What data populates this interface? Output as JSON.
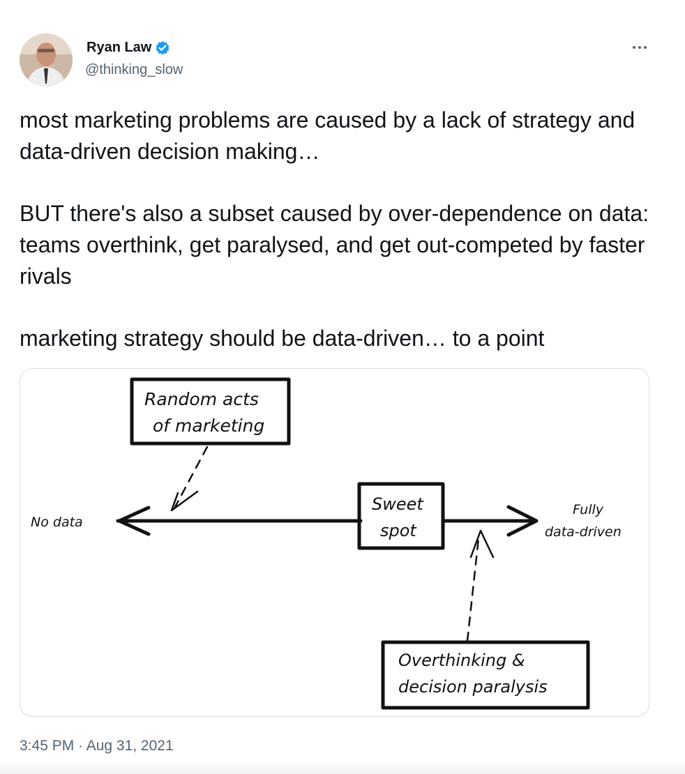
{
  "author": {
    "display_name": "Ryan Law",
    "handle": "@thinking_slow",
    "verified_icon": "verified-badge-icon",
    "verified_color": "#1d9bf0"
  },
  "menu_icon": "more-options-icon",
  "tweet": {
    "paragraphs": [
      "most marketing problems are caused by a lack of strategy and data-driven decision making…",
      "BUT there's also a subset caused by over-dependence on data: teams overthink, get paralysed, and get out-competed by faster rivals",
      "marketing strategy should be data-driven… to a point"
    ],
    "timestamp": "3:45 PM · Aug 31, 2021"
  },
  "diagram": {
    "left_label": "No data",
    "right_label_line1": "Fully",
    "right_label_line2": "data-driven",
    "top_box_line1": "Random acts",
    "top_box_line2": "of marketing",
    "center_box_line1": "Sweet",
    "center_box_line2": "spot",
    "bottom_box_line1": "Overthinking &",
    "bottom_box_line2": "decision paralysis"
  },
  "colors": {
    "text": "#0f1419",
    "secondary": "#536471",
    "border": "#d6dde3"
  }
}
